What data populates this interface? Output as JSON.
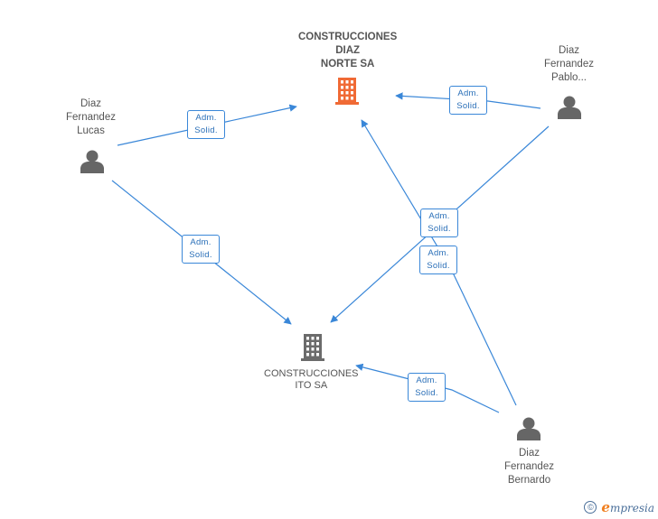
{
  "companies": [
    {
      "id": "norte",
      "name_lines": [
        "CONSTRUCCIONES",
        "DIAZ",
        "NORTE SA"
      ],
      "color": "#f06a35",
      "focus": true
    },
    {
      "id": "ito",
      "name_lines": [
        "CONSTRUCCIONES",
        "ITO SA"
      ],
      "color": "#6b6b6b",
      "focus": false
    }
  ],
  "people": [
    {
      "id": "lucas",
      "name_lines": [
        "Diaz",
        "Fernandez",
        "Lucas"
      ]
    },
    {
      "id": "pablo",
      "name_lines": [
        "Diaz",
        "Fernandez",
        "Pablo..."
      ]
    },
    {
      "id": "bernardo",
      "name_lines": [
        "Diaz",
        "Fernandez",
        "Bernardo"
      ]
    }
  ],
  "relations": [
    {
      "from": "lucas",
      "to": "norte",
      "label": [
        "Adm.",
        "Solid."
      ]
    },
    {
      "from": "lucas",
      "to": "ito",
      "label": [
        "Adm.",
        "Solid."
      ]
    },
    {
      "from": "pablo",
      "to": "norte",
      "label": [
        "Adm.",
        "Solid."
      ]
    },
    {
      "from": "pablo",
      "to": "ito",
      "label": [
        "Adm.",
        "Solid."
      ]
    },
    {
      "from": "bernardo",
      "to": "norte",
      "label": [
        "Adm.",
        "Solid."
      ]
    },
    {
      "from": "bernardo",
      "to": "ito",
      "label": [
        "Adm.",
        "Solid."
      ]
    }
  ],
  "colors": {
    "edge": "#3a87d8",
    "person_icon": "#666666",
    "badge_text": "#2a6fb8"
  },
  "footer": {
    "copyright_symbol": "©",
    "brand_initial": "e",
    "brand_rest": "mpresia"
  }
}
